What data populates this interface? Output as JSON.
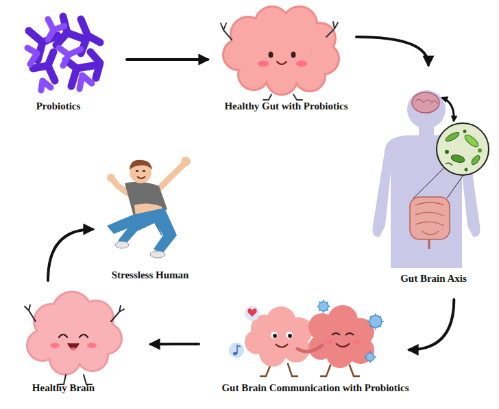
{
  "diagram": {
    "nodes": [
      {
        "text": [
          "Probiotics"
        ]
      },
      {
        "text": [
          "Healthy Gut with Probiotics"
        ]
      },
      {
        "text": [
          "Gut Brain Axis"
        ]
      },
      {
        "text": [
          "Gut Brain Communication with Probiotics"
        ]
      },
      {
        "text": [
          "Healthy Brain"
        ]
      },
      {
        "text": [
          "Stressless Human"
        ]
      }
    ],
    "edges": [
      {
        "from": 0,
        "to": 1,
        "arrow": "to"
      },
      {
        "from": 1,
        "to": 2,
        "arrow": "to"
      },
      {
        "from": 2,
        "to": 3,
        "arrow": "to"
      },
      {
        "from": 3,
        "to": 4,
        "arrow": "to"
      },
      {
        "from": 4,
        "to": 5,
        "arrow": "to"
      }
    ]
  }
}
